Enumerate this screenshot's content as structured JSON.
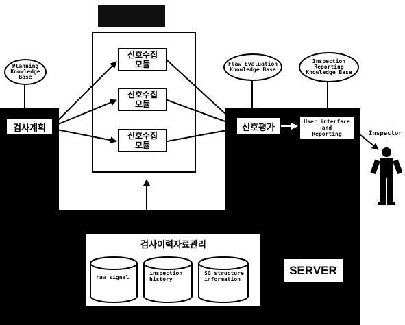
{
  "top_label": "",
  "kb": {
    "planning": "Planning\nKnowledge\nBase",
    "flaw": "Flaw Evaluation\nKnowledge Base",
    "inspection": "Inspection\nReporting\nKnowledge Base"
  },
  "boxes": {
    "plan": "검사계획",
    "evaluate": "신호평가",
    "ui": "User interface\nand\nReporting"
  },
  "modules": [
    {
      "line1": "신호수집",
      "line2": "모듈"
    },
    {
      "line1": "신호수집",
      "line2": "모듈"
    },
    {
      "line1": "신호수집",
      "line2": "모듈"
    }
  ],
  "inspector": "Inspector",
  "history": {
    "title": "검사이력자료관리",
    "cylinders": [
      "raw signal",
      "inspection\nhistory",
      "SG structure\ninformation"
    ]
  },
  "server_label": "SERVER"
}
